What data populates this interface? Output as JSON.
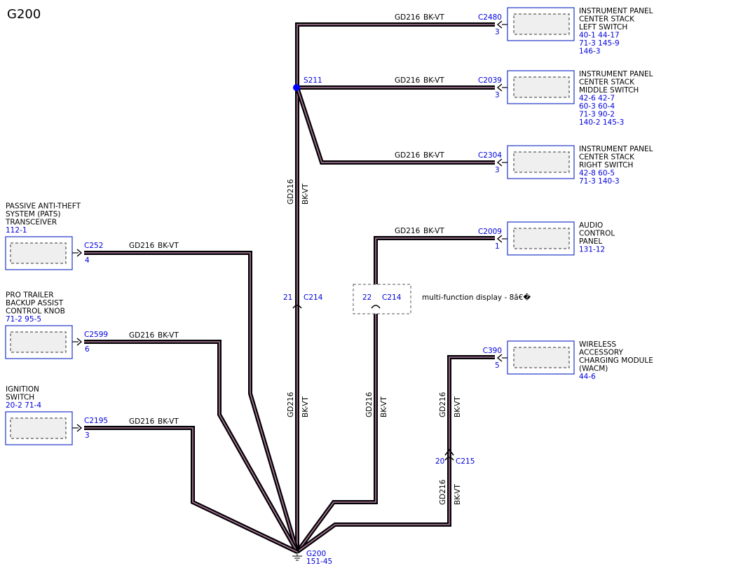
{
  "title": "G200",
  "colors": {
    "wire": "#000000",
    "wire_stripe": "#b07aa0",
    "connector": "#0000dd",
    "box_border": "#1f35c8",
    "splice": "#0000ff"
  },
  "wire_label": {
    "circuit": "GD216",
    "color": "BK-VT"
  },
  "splice": {
    "id": "S211"
  },
  "ground": {
    "id": "G200",
    "ref": "151-45"
  },
  "inline_connectors": [
    {
      "id": "C214",
      "pin": "21"
    },
    {
      "id": "C214",
      "pin": "22",
      "note": "multi-function display - 8â€�"
    },
    {
      "id": "C215",
      "pin": "20"
    }
  ],
  "right_components": [
    {
      "connector": "C2480",
      "pin": "3",
      "name": [
        "INSTRUMENT PANEL",
        "CENTER STACK",
        "LEFT SWITCH"
      ],
      "refs": [
        "40-1   44-17",
        "71-3   145-9",
        "146-3"
      ]
    },
    {
      "connector": "C2039",
      "pin": "3",
      "name": [
        "INSTRUMENT PANEL",
        "CENTER STACK",
        "MIDDLE SWITCH"
      ],
      "refs": [
        "42-6   42-7",
        "60-3   60-4",
        "71-3   90-2",
        "140-2 145-3"
      ]
    },
    {
      "connector": "C2304",
      "pin": "3",
      "name": [
        "INSTRUMENT PANEL",
        "CENTER STACK",
        "RIGHT SWITCH"
      ],
      "refs": [
        "42-8   60-5",
        "71-3   140-3"
      ]
    },
    {
      "connector": "C2009",
      "pin": "1",
      "name": [
        "AUDIO",
        "CONTROL",
        "PANEL"
      ],
      "refs": [
        "131-12"
      ]
    },
    {
      "connector": "C390",
      "pin": "5",
      "name": [
        "WIRELESS",
        "ACCESSORY",
        "CHARGING MODULE",
        "(WACM)"
      ],
      "refs": [
        "44-6"
      ]
    }
  ],
  "left_components": [
    {
      "connector": "C252",
      "pin": "4",
      "name": [
        "PASSIVE ANTI-THEFT",
        "SYSTEM (PATS)",
        "TRANSCEIVER"
      ],
      "refs": [
        "112-1"
      ]
    },
    {
      "connector": "C2599",
      "pin": "6",
      "name": [
        "PRO TRAILER",
        "BACKUP ASSIST",
        "CONTROL KNOB"
      ],
      "refs": [
        "71-2   95-5"
      ]
    },
    {
      "connector": "C2195",
      "pin": "3",
      "name": [
        "IGNITION",
        "SWITCH"
      ],
      "refs": [
        "20-2   71-4"
      ]
    }
  ]
}
